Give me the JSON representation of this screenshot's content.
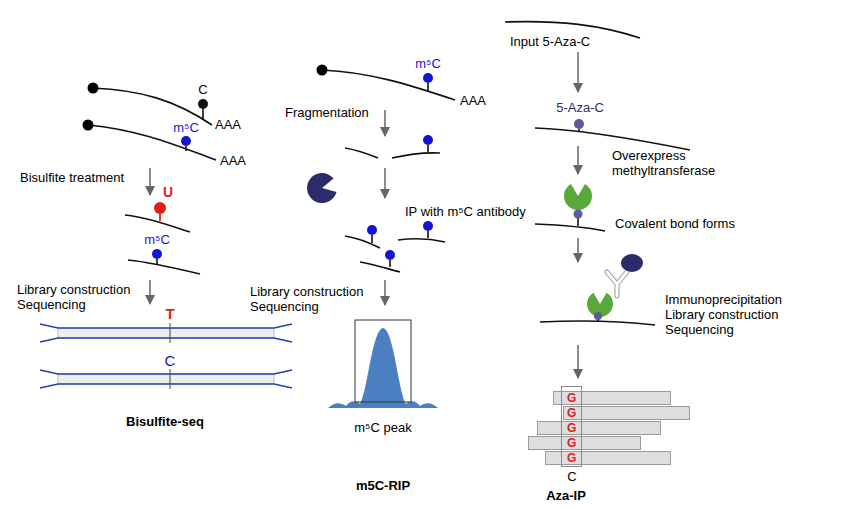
{
  "diagram": {
    "nodes": [
      {
        "text": [
          "G"
        ]
      },
      {
        "text": [
          "G"
        ]
      },
      {
        "text": [
          "G"
        ]
      },
      {
        "text": [
          "G"
        ]
      },
      {
        "text": [
          "G"
        ]
      }
    ],
    "labels": [
      "C",
      "AAA",
      "m⁵C",
      "AAA",
      "Bisulfite treatment",
      "U",
      "m⁵C",
      "Library construction Sequencing",
      "T",
      "C",
      "Bisulfite-seq",
      "m⁵C",
      "AAA",
      "Fragmentation",
      "IP with m⁵C antibody",
      "Library construction Sequencing",
      "m⁵C peak",
      "m5C-RIP",
      "Input 5-Aza-C",
      "5-Aza-C",
      "Overexpress methyltransferase",
      "Covalent bond forms",
      "Immunoprecipitation Library construction Sequencing",
      "C",
      "Aza-IP"
    ]
  }
}
